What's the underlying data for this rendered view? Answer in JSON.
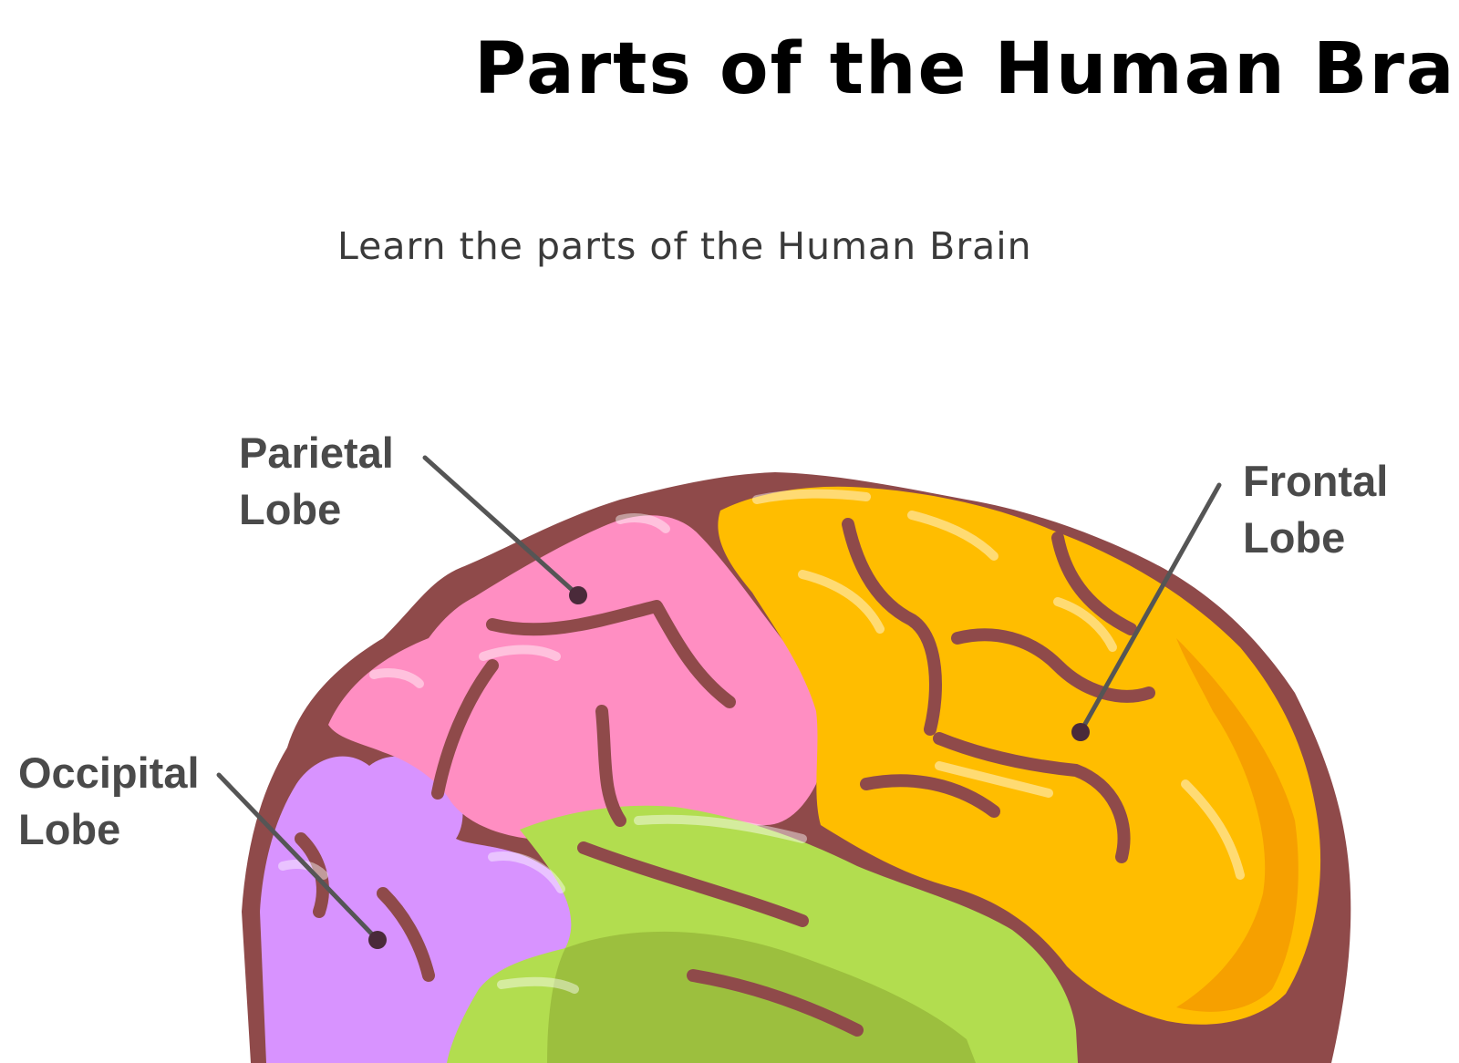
{
  "header": {
    "title": "Parts of the Human Brain",
    "subtitle": "Learn the parts of the Human Brain"
  },
  "labels": {
    "parietal": {
      "line1": "Parietal",
      "line2": "Lobe"
    },
    "frontal": {
      "line1": "Frontal",
      "line2": "Lobe"
    },
    "occipital": {
      "line1": "Occipital",
      "line2": "Lobe"
    }
  },
  "colors": {
    "outline": "#8f4a4a",
    "parietal": "#ff8ec2",
    "frontal": "#ffbd00",
    "occipital": "#d893ff",
    "temporal": "#b2dd4f",
    "leader": "#555555",
    "dot": "#4a2a3a"
  }
}
